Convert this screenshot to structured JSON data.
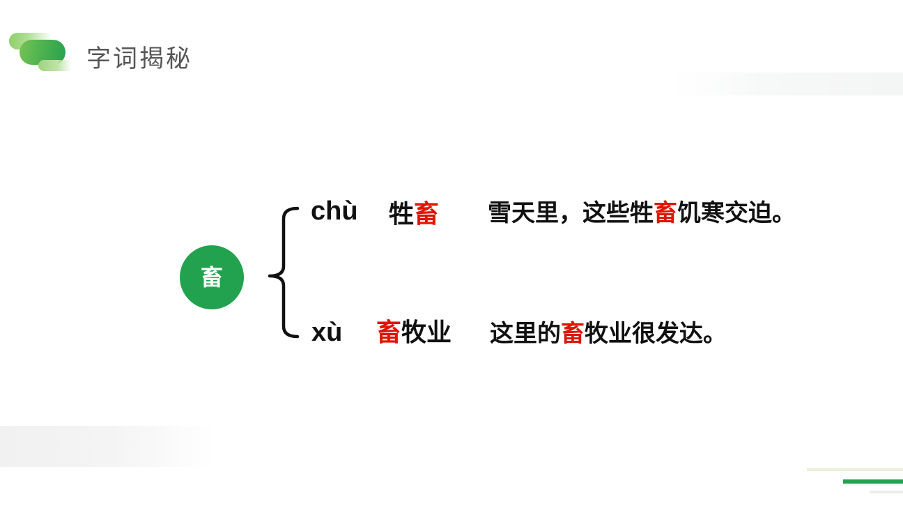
{
  "slide": {
    "title": "字词揭秘",
    "root_char": "畜"
  },
  "colors": {
    "accent_green": "#22a24e",
    "highlight_red": "#e01400",
    "text_black": "#111111",
    "title_gray": "#565656",
    "pale_line": "#edf0d8"
  },
  "entries": [
    {
      "pinyin": "chù",
      "word": {
        "pre": "牲",
        "highlight": "畜",
        "post": ""
      },
      "sentence": {
        "pre": "雪天里，这些牲",
        "highlight": "畜",
        "post": "饥寒交迫。"
      }
    },
    {
      "pinyin": "xù",
      "word": {
        "pre": "",
        "highlight": "畜",
        "post": "牧业"
      },
      "sentence": {
        "pre": "这里的",
        "highlight": "畜",
        "post": "牧业很发达。"
      }
    }
  ]
}
